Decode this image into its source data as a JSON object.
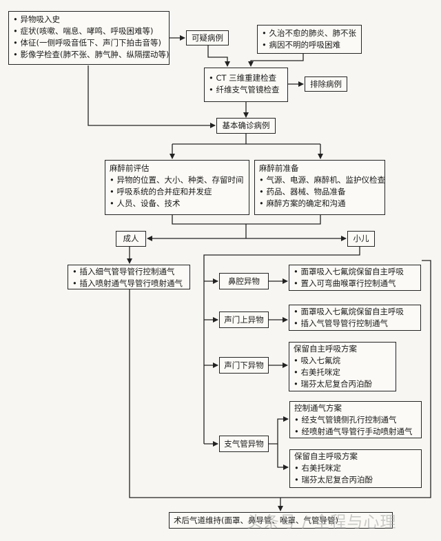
{
  "diagram": {
    "history_box": {
      "items": [
        "异物吸入史",
        "症状(咳嗽、喘息、哮鸣、呼吸困难等)",
        "体征(一侧呼吸音低下、声门下拍击音等)",
        "影像学检查(肺不张、肺气肿、纵隔摆动等)"
      ]
    },
    "suspected": "可疑病例",
    "refractory_box": {
      "items": [
        "久治不愈的肺炎、肺不张",
        "病因不明的呼吸困难"
      ]
    },
    "exam_box": {
      "items": [
        "CT 三维重建检查",
        "纤维支气管镜检查"
      ]
    },
    "excluded": "排除病例",
    "confirmed": "基本确诊病例",
    "eval_box": {
      "title": "麻醉前评估",
      "items": [
        "异物的位置、大小、种类、存留时间",
        "呼吸系统的合并症和并发症",
        "人员、设备、技术"
      ]
    },
    "prep_box": {
      "title": "麻醉前准备",
      "items": [
        "气源、电源、麻醉机、监护仪检查",
        "药品、器械、物品准备",
        "麻醉方案的确定和沟通"
      ]
    },
    "adult": "成人",
    "child": "小儿",
    "adult_box": {
      "items": [
        "插入细气管导管行控制通气",
        "插入喷射通气导管行喷射通气"
      ]
    },
    "nasal": "鼻腔异物",
    "nasal_box": {
      "items": [
        "面罩吸入七氟烷保留自主呼吸",
        "置入可弯曲喉罩行控制通气"
      ]
    },
    "supraglottic": "声门上异物",
    "supraglottic_box": {
      "items": [
        "面罩吸入七氟烷保留自主呼吸",
        "插入气管导管行控制通气"
      ]
    },
    "subglottic": "声门下异物",
    "subglottic_box": {
      "title": "保留自主呼吸方案",
      "items": [
        "吸入七氟烷",
        "右美托咪定",
        "瑞芬太尼复合丙泊酚"
      ]
    },
    "bronchial": "支气管异物",
    "control_box": {
      "title": "控制通气方案",
      "items": [
        "经支气管镜侧孔行控制通气",
        "经喷射通气导管行手动喷射通气"
      ]
    },
    "spont_box": {
      "title": "保留自主呼吸方案",
      "items": [
        "右美托咪定",
        "瑞芬太尼复合丙泊酚"
      ]
    },
    "postop": "术后气道维持(面罩、鼻导管、喉罩、气管导管)",
    "watermark": "头条号 / 全程与心理"
  }
}
